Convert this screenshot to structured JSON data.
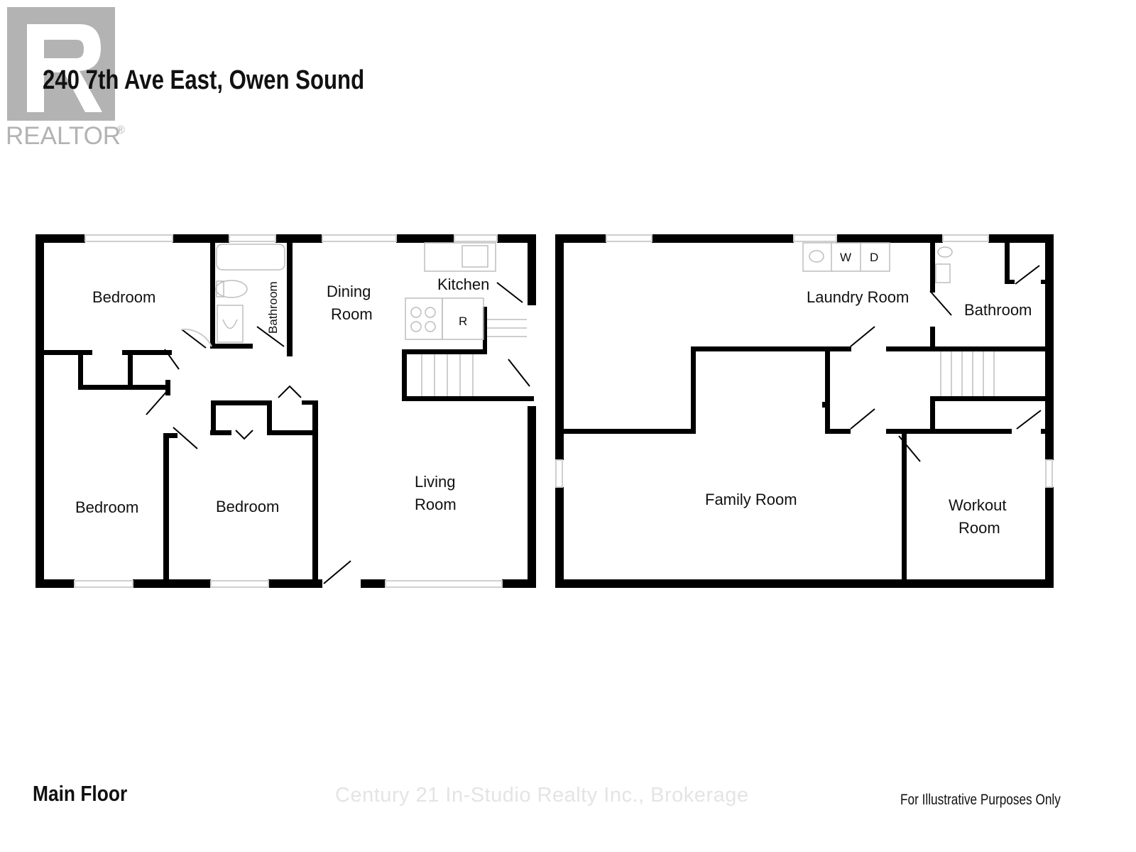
{
  "brand": {
    "logo_text": "REALTOR",
    "registered_mark": "®",
    "logo_color": "#b3b3b3"
  },
  "address": "240 7th Ave East, Owen Sound",
  "rooms": {
    "bedroom_top_left": "Bedroom",
    "bathroom_small": "Bathroom",
    "dining_line1": "Dining",
    "dining_line2": "Room",
    "kitchen": "Kitchen",
    "refrigerator": "R",
    "bedroom_bottom_left": "Bedroom",
    "bedroom_bottom_mid": "Bedroom",
    "living_line1": "Living",
    "living_line2": "Room",
    "laundry": "Laundry Room",
    "washer": "W",
    "dryer": "D",
    "bathroom_lower": "Bathroom",
    "family": "Family Room",
    "workout_line1": "Workout",
    "workout_line2": "Room"
  },
  "footer": {
    "floor_label": "Main Floor",
    "watermark": "Century 21 In-Studio Realty Inc., Brokerage",
    "disclaimer": "For Illustrative Purposes Only"
  },
  "colors": {
    "wall": "#000000",
    "window": "#cfcfcf"
  }
}
